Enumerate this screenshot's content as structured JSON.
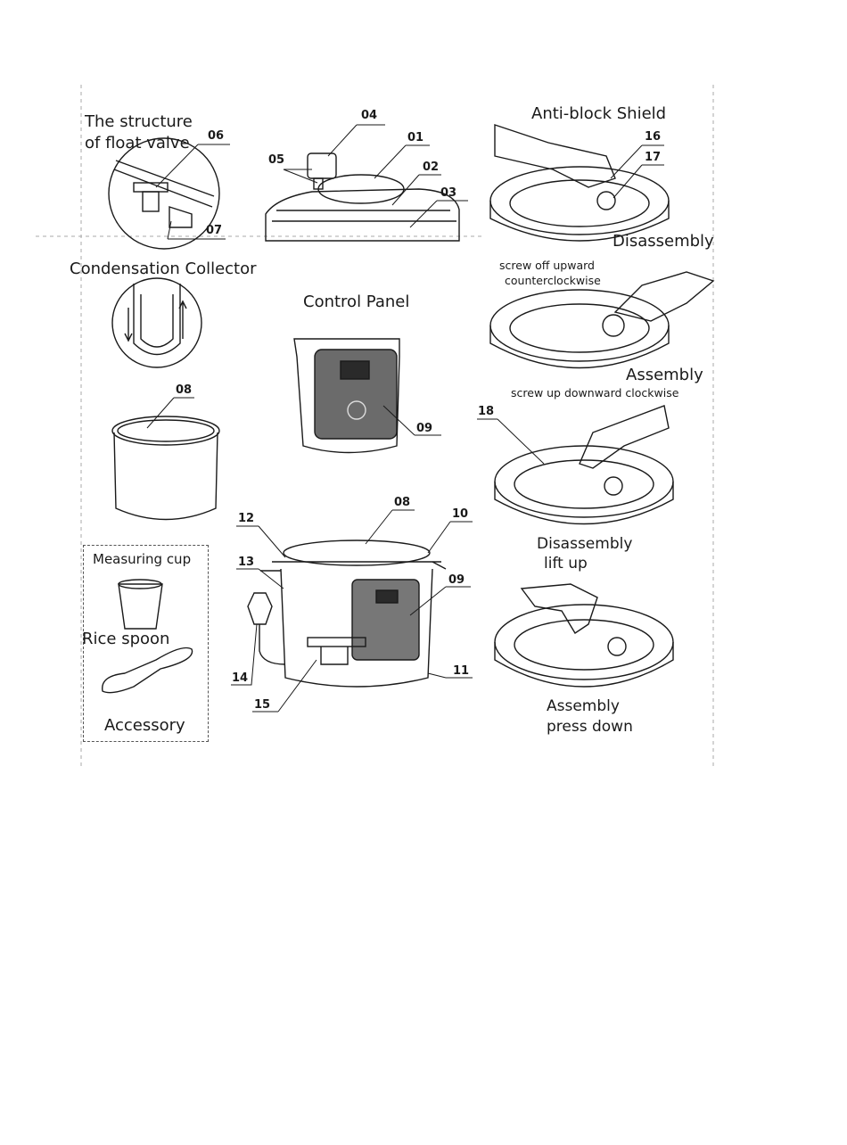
{
  "labels": {
    "float_valve_title_line1": "The structure",
    "float_valve_title_line2": "of float valve",
    "condensation_collector": "Condensation Collector",
    "control_panel": "Control Panel",
    "anti_block_shield": "Anti-block Shield",
    "disassembly_1": "Disassembly",
    "screw_off_line1": "screw off upward",
    "screw_off_line2": "counterclockwise",
    "assembly_1": "Assembly",
    "screw_up": "screw up downward clockwise",
    "disassembly_2": "Disassembly",
    "lift_up": "lift up",
    "assembly_2": "Assembly",
    "press_down": "press down",
    "measuring_cup": "Measuring cup",
    "rice_spoon": "Rice spoon",
    "accessory": "Accessory"
  },
  "part_numbers": {
    "p01": "01",
    "p02": "02",
    "p03": "03",
    "p04": "04",
    "p05": "05",
    "p06": "06",
    "p07": "07",
    "p08_inner_pot": "08",
    "p08_cooker": "08",
    "p09_panel": "09",
    "p09_cooker": "09",
    "p10": "10",
    "p11": "11",
    "p12": "12",
    "p13": "13",
    "p14": "14",
    "p15": "15",
    "p16": "16",
    "p17": "17",
    "p18": "18"
  },
  "colors": {
    "line": "#1a1a1a",
    "panel_dark": "#555555",
    "guide": "#aaaaaa"
  }
}
